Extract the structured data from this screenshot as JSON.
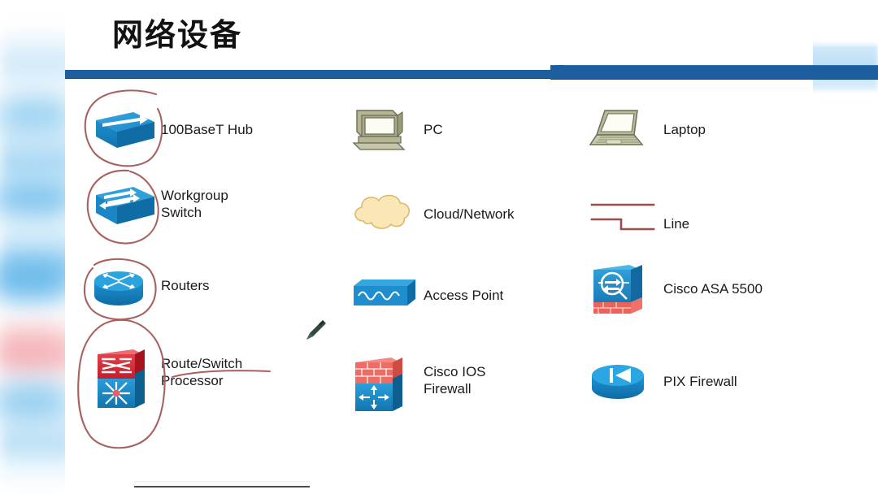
{
  "slide": {
    "title": "网络设备",
    "accent_color": "#1c5e9e",
    "background_color": "#ffffff",
    "annotation_color": "#a8625e",
    "pen_cursor_color": "#2f4b3c"
  },
  "columns": [
    {
      "name": "column-left",
      "items": [
        {
          "label": "100BaseT Hub",
          "icon": "hub-icon",
          "circled": true
        },
        {
          "label": "Workgroup\nSwitch",
          "icon": "workgroup-switch-icon",
          "circled": true
        },
        {
          "label": "Routers",
          "icon": "router-icon",
          "circled": true
        },
        {
          "label": "Route/Switch\nProcessor",
          "icon": "route-switch-processor-icon",
          "circled": true,
          "underlined": true
        }
      ]
    },
    {
      "name": "column-middle",
      "items": [
        {
          "label": "PC",
          "icon": "pc-icon",
          "circled": false
        },
        {
          "label": "Cloud/Network",
          "icon": "cloud-icon",
          "circled": false
        },
        {
          "label": "Access Point",
          "icon": "access-point-icon",
          "circled": false
        },
        {
          "label": "Cisco IOS\nFirewall",
          "icon": "ios-firewall-icon",
          "circled": false
        }
      ]
    },
    {
      "name": "column-right",
      "items": [
        {
          "label": "Laptop",
          "icon": "laptop-icon",
          "circled": false
        },
        {
          "label": "Line",
          "icon": "line-icon",
          "circled": false
        },
        {
          "label": "Cisco ASA 5500",
          "icon": "asa-5500-icon",
          "circled": false
        },
        {
          "label": "PIX Firewall",
          "icon": "pix-firewall-icon",
          "circled": false
        }
      ]
    }
  ],
  "annotations": {
    "circle_count": 4,
    "underline_target": "Route/Switch",
    "pen_cursor": "pen-cursor-icon"
  }
}
